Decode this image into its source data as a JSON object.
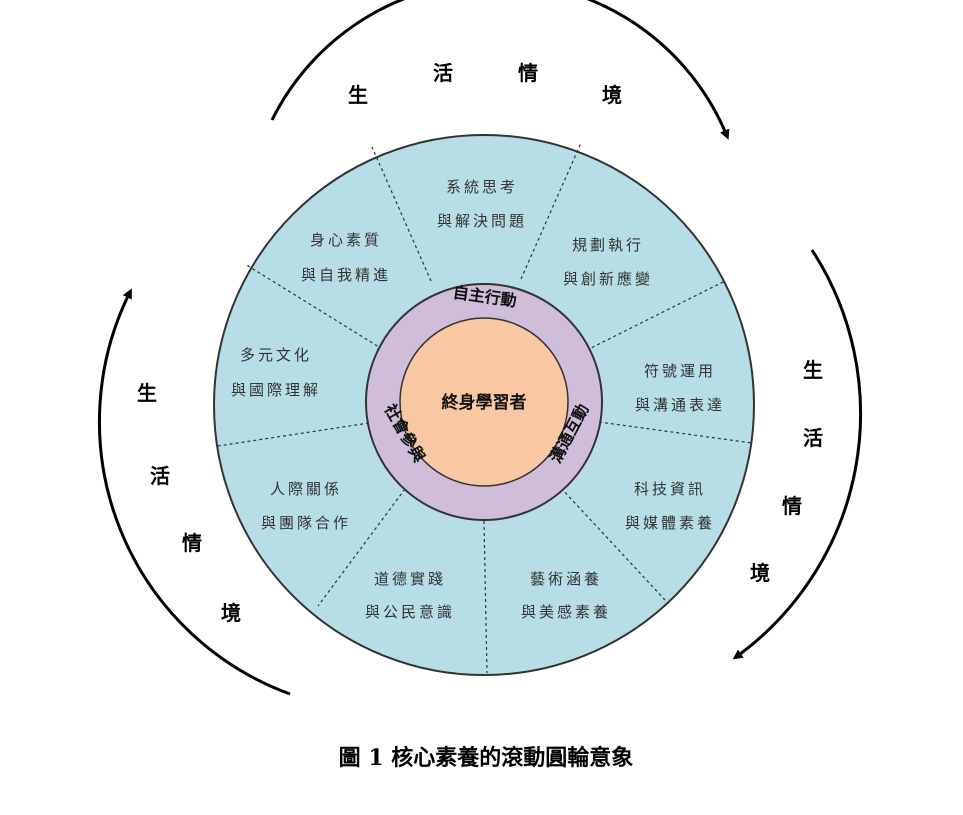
{
  "diagram": {
    "center": "終身學習者",
    "ring": [
      {
        "key": "top",
        "label": "自主行動"
      },
      {
        "key": "right",
        "label": "溝通互動"
      },
      {
        "key": "left",
        "label": "社會參與"
      }
    ],
    "segments": [
      {
        "key": "systems",
        "lines": [
          "系統思考",
          "與解決問題"
        ]
      },
      {
        "key": "planning",
        "lines": [
          "規劃執行",
          "與創新應變"
        ]
      },
      {
        "key": "symbols",
        "lines": [
          "符號運用",
          "與溝通表達"
        ]
      },
      {
        "key": "tech",
        "lines": [
          "科技資訊",
          "與媒體素養"
        ]
      },
      {
        "key": "arts",
        "lines": [
          "藝術涵養",
          "與美感素養"
        ]
      },
      {
        "key": "ethics",
        "lines": [
          "道德實踐",
          "與公民意識"
        ]
      },
      {
        "key": "relations",
        "lines": [
          "人際關係",
          "與團隊合作"
        ]
      },
      {
        "key": "culture",
        "lines": [
          "多元文化",
          "與國際理解"
        ]
      },
      {
        "key": "body-mind",
        "lines": [
          "身心素質",
          "與自我精進"
        ]
      }
    ],
    "context_label": [
      "生",
      "活",
      "情",
      "境"
    ],
    "caption": "圖 1  核心素養的滾動圓輪意象"
  },
  "colors": {
    "segment_fill": "#b7dde6",
    "ring_fill": "#cfbdda",
    "core_fill": "#f9c8a2",
    "outline": "#333333"
  }
}
